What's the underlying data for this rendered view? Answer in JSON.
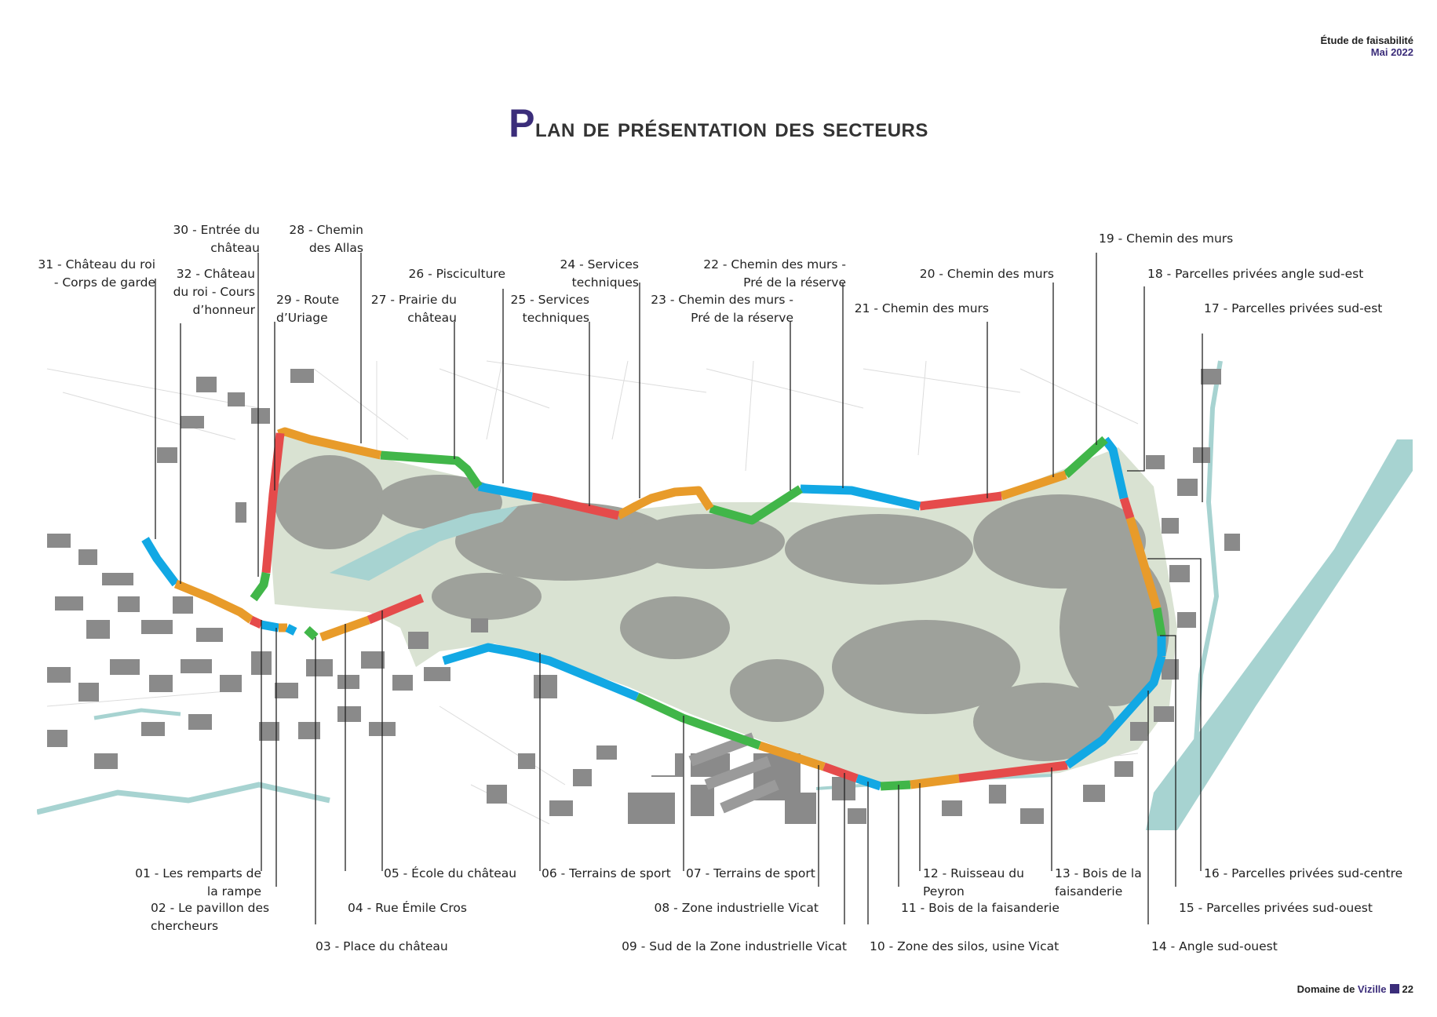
{
  "header": {
    "line1": "Étude de faisabilité",
    "line2": "Mai 2022"
  },
  "title": {
    "cap": "P",
    "rest": "lan de présentation des secteurs"
  },
  "colors": {
    "blue": "#12a8e4",
    "orange": "#e89b2a",
    "red": "#e54b4b",
    "green": "#41b649",
    "park": "#d9e2d2",
    "trees": "#9ea19b",
    "water": "#a7d3d1",
    "building": "#8a8a8a",
    "accent": "#3b2d7a"
  },
  "labels": {
    "s01": [
      "01 - Les remparts de",
      "la rampe"
    ],
    "s02": [
      "02  -  Le  pavillon  des",
      "chercheurs"
    ],
    "s03": [
      "03 - Place du château"
    ],
    "s04": [
      "04 - Rue Émile Cros"
    ],
    "s05": [
      "05 - École du château"
    ],
    "s06": [
      "06 - Terrains de sport"
    ],
    "s07": [
      "07 - Terrains de sport"
    ],
    "s08": [
      "08 - Zone industrielle Vicat"
    ],
    "s09": [
      "09 - Sud de la Zone industrielle Vicat"
    ],
    "s10": [
      "10 - Zone des silos, usine Vicat"
    ],
    "s11": [
      "11 - Bois de la faisanderie"
    ],
    "s12": [
      "12  -  Ruisseau  du",
      "Peyron"
    ],
    "s13": [
      "13 - Bois de la",
      "faisanderie"
    ],
    "s14": [
      "14 - Angle sud-ouest"
    ],
    "s15": [
      "15 - Parcelles privées sud-ouest"
    ],
    "s16": [
      "16 - Parcelles privées sud-centre"
    ],
    "s17": [
      "17 - Parcelles privées sud-est"
    ],
    "s18": [
      "18 - Parcelles privées angle sud-est"
    ],
    "s19": [
      "19 - Chemin des murs"
    ],
    "s20": [
      "20 - Chemin des murs"
    ],
    "s21": [
      "21 - Chemin des murs"
    ],
    "s22": [
      "22 - Chemin des murs -",
      "Pré de la réserve"
    ],
    "s23": [
      "23 - Chemin des murs -",
      "Pré de la réserve"
    ],
    "s24": [
      "24 - Services",
      "techniques"
    ],
    "s25": [
      "25 - Services",
      "techniques"
    ],
    "s26": [
      "26 - Pisciculture"
    ],
    "s27": [
      "27 - Prairie du",
      "château"
    ],
    "s28": [
      "28 - Chemin",
      "des Allas"
    ],
    "s29": [
      "29 - Route",
      "d’Uriage"
    ],
    "s30": [
      "30 - Entrée du",
      "château"
    ],
    "s31": [
      "31 - Château du roi",
      "- Corps de garde"
    ],
    "s32": [
      "32 - Château",
      "du roi - Cours",
      "d’honneur"
    ]
  },
  "footer": {
    "prefix": "Domaine de ",
    "name": "Vizille",
    "page": "22"
  }
}
